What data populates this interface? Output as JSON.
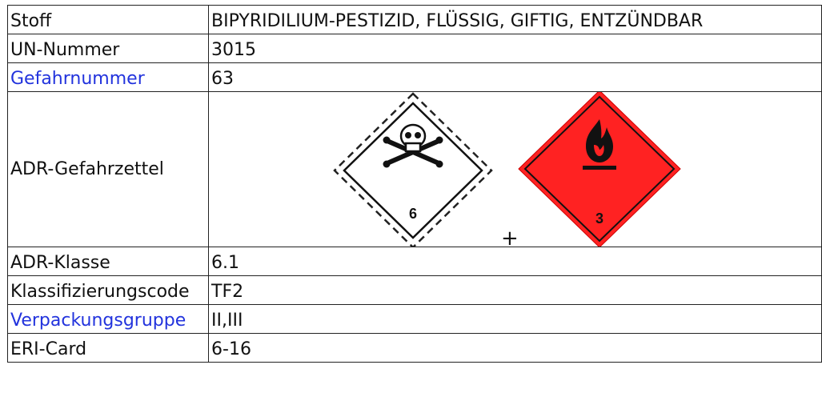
{
  "rows": [
    {
      "label": "Stoff",
      "value": "BIPYRIDILIUM-PESTIZID, FLÜSSIG, GIFTIG, ENTZÜNDBAR"
    },
    {
      "label": "UN-Nummer",
      "value": "3015"
    },
    {
      "label": "Gefahrnummer",
      "value": "63"
    },
    {
      "label": "ADR-Gefahrzettel"
    },
    {
      "label": "ADR-Klasse",
      "value": "6.1"
    },
    {
      "label": "Klassifizierungscode",
      "value": "TF2"
    },
    {
      "label": "Verpackungsgruppe",
      "value": "II,III"
    },
    {
      "label": "ERI-Card",
      "value": "6-16"
    }
  ],
  "labels_signs": {
    "toxic_sign": {
      "icon": "skull-crossbones-icon",
      "number": "6",
      "color": "#ffffff"
    },
    "flammable_sign": {
      "icon": "flame-icon",
      "number": "3",
      "color": "#ff2222"
    },
    "separator": "+"
  },
  "colors": {
    "link": "#2233dd",
    "border": "#222222",
    "flammable_red": "#ff2222"
  }
}
